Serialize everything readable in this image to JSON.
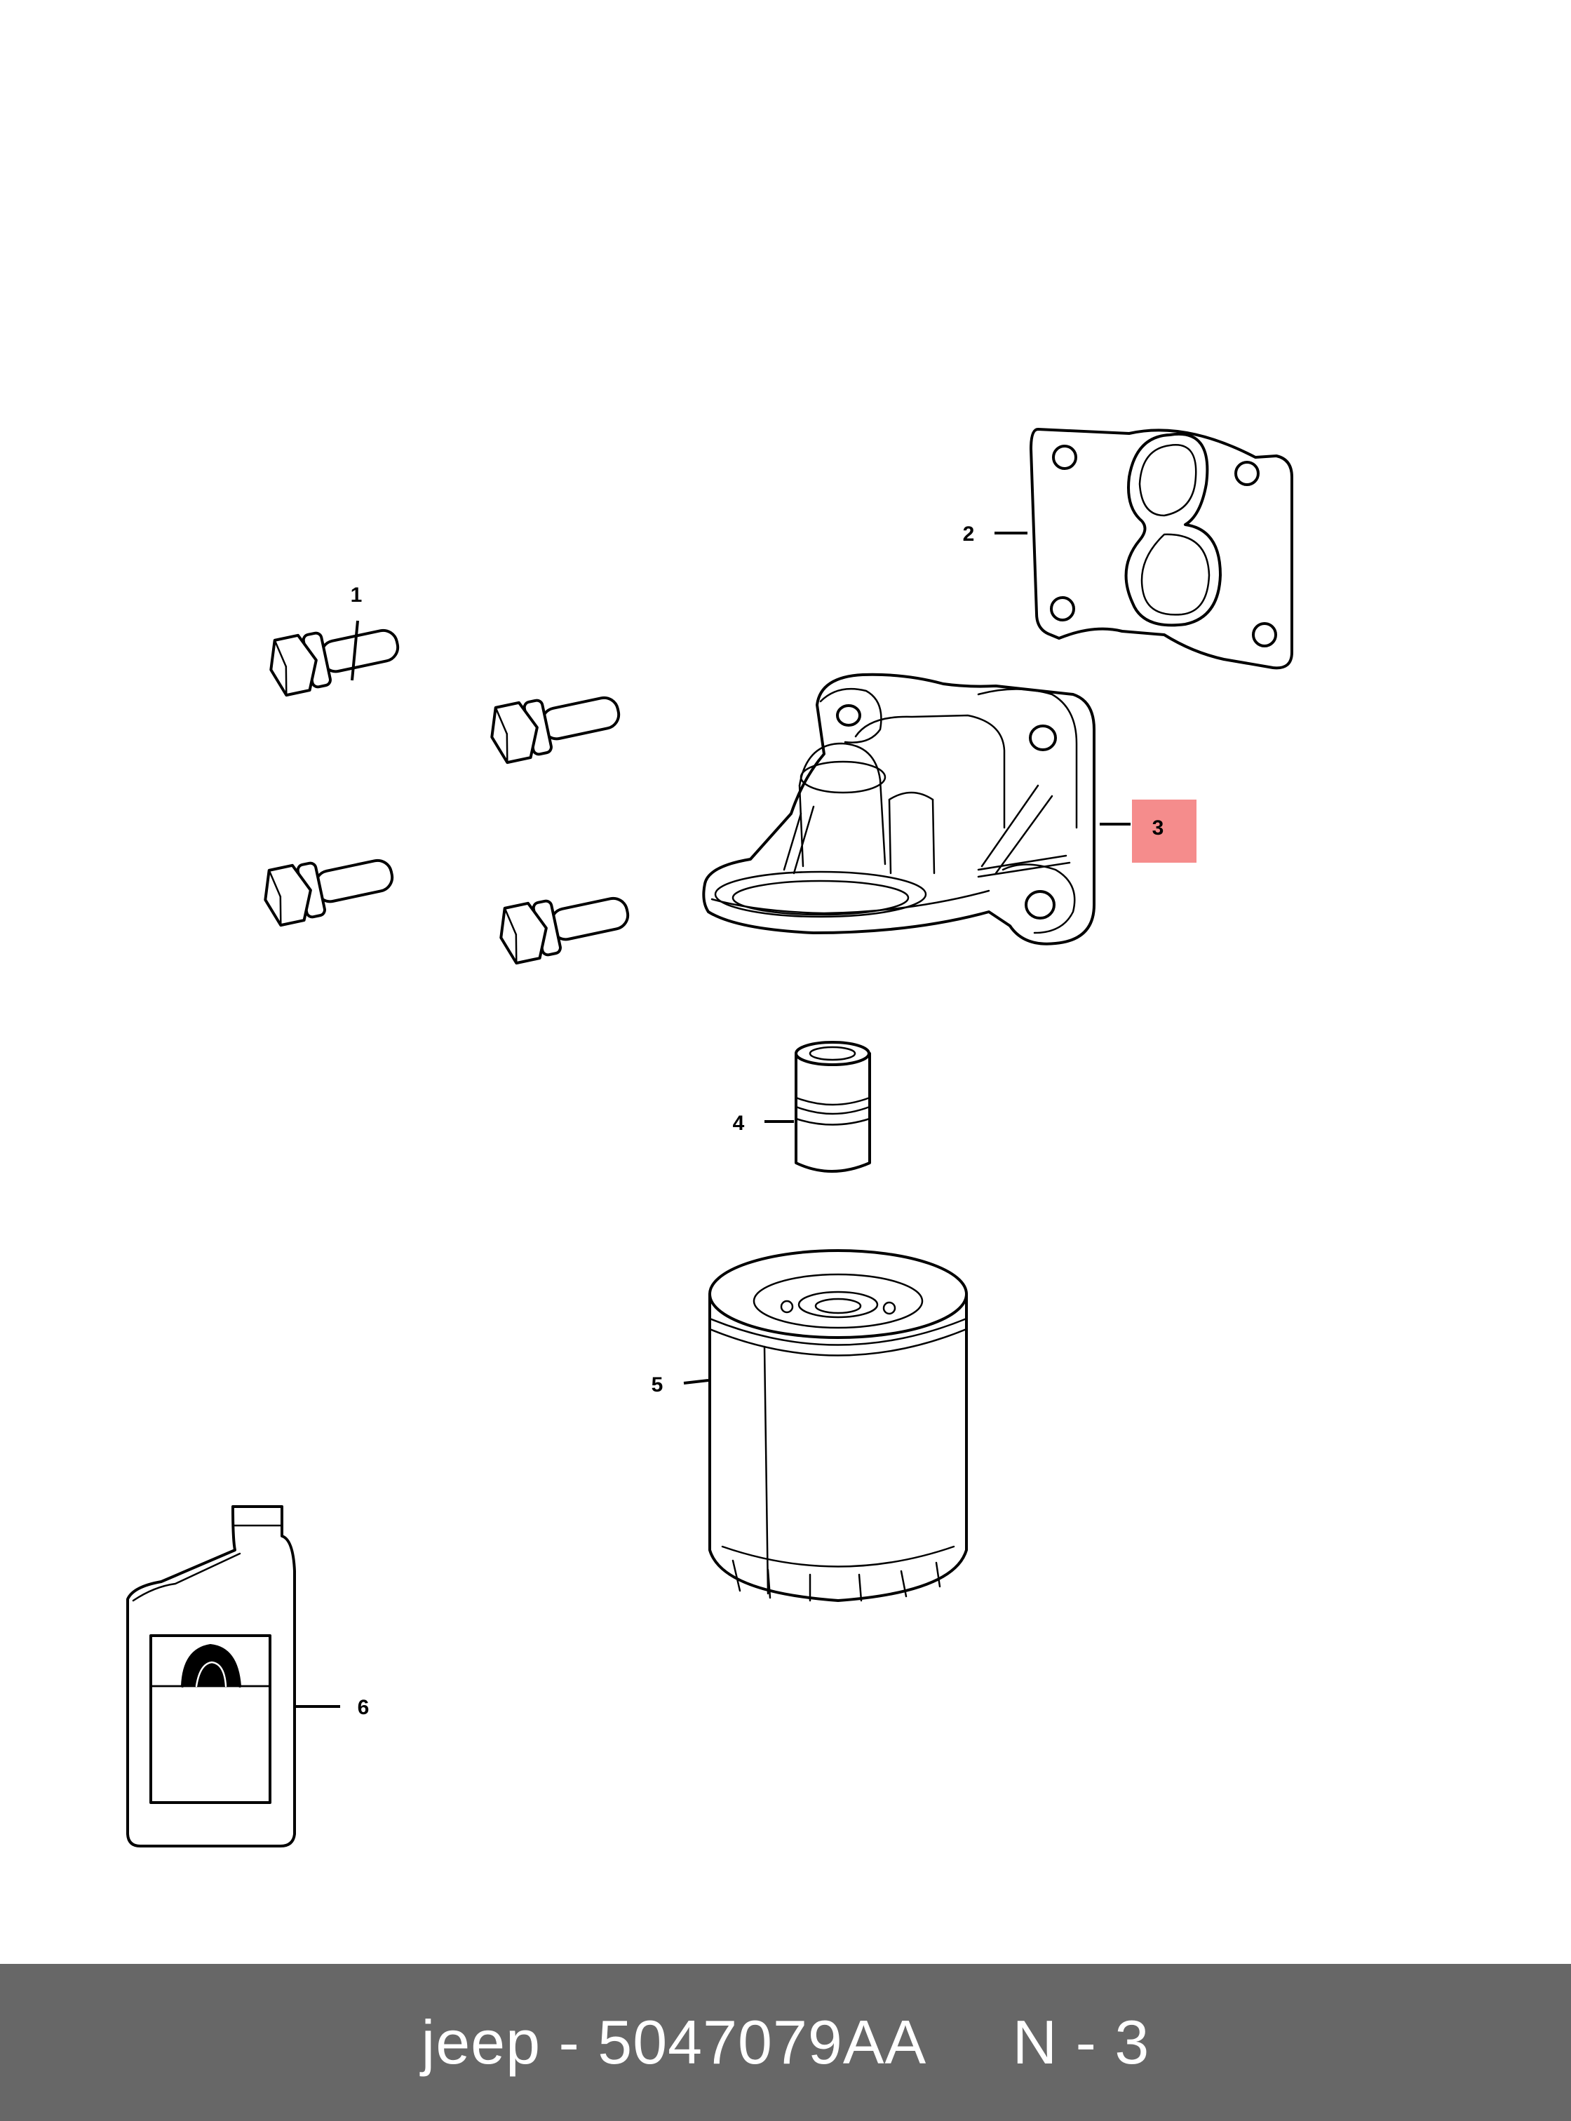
{
  "callouts": {
    "c1": "1",
    "c2": "2",
    "c3": "3",
    "c4": "4",
    "c5": "5",
    "c6": "6"
  },
  "highlight_color": "#f58c8c",
  "footer": {
    "text": "jeep - 5047079AA     N - 3",
    "background": "#676767",
    "text_color": "#ffffff"
  }
}
